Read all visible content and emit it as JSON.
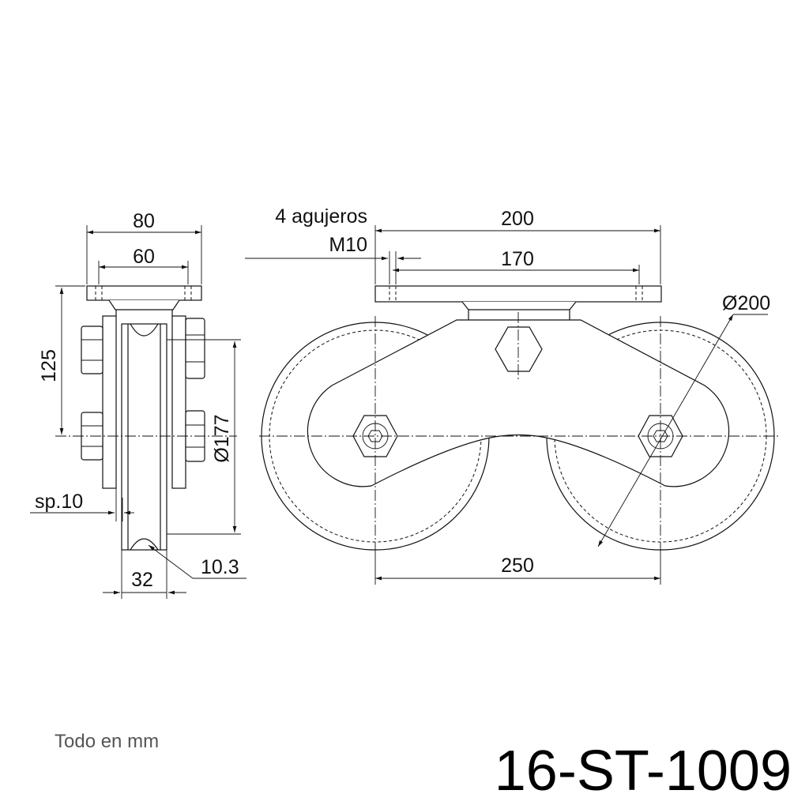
{
  "side_view": {
    "dim_width_total": "80",
    "dim_hole_spacing": "60",
    "dim_height": "125",
    "dim_diameter": "Ø177",
    "dim_thickness": "sp.10",
    "dim_groove": "32",
    "dim_radius": "10.3"
  },
  "front_view": {
    "holes_label_line1": "4 agujeros",
    "holes_label_line2": "M10",
    "dim_plate_length": "200",
    "dim_hole_spacing": "170",
    "dim_wheel_diameter": "Ø200",
    "dim_wheel_spacing": "250"
  },
  "footer": {
    "note": "Todo en mm",
    "product_code": "16-ST-1009"
  }
}
